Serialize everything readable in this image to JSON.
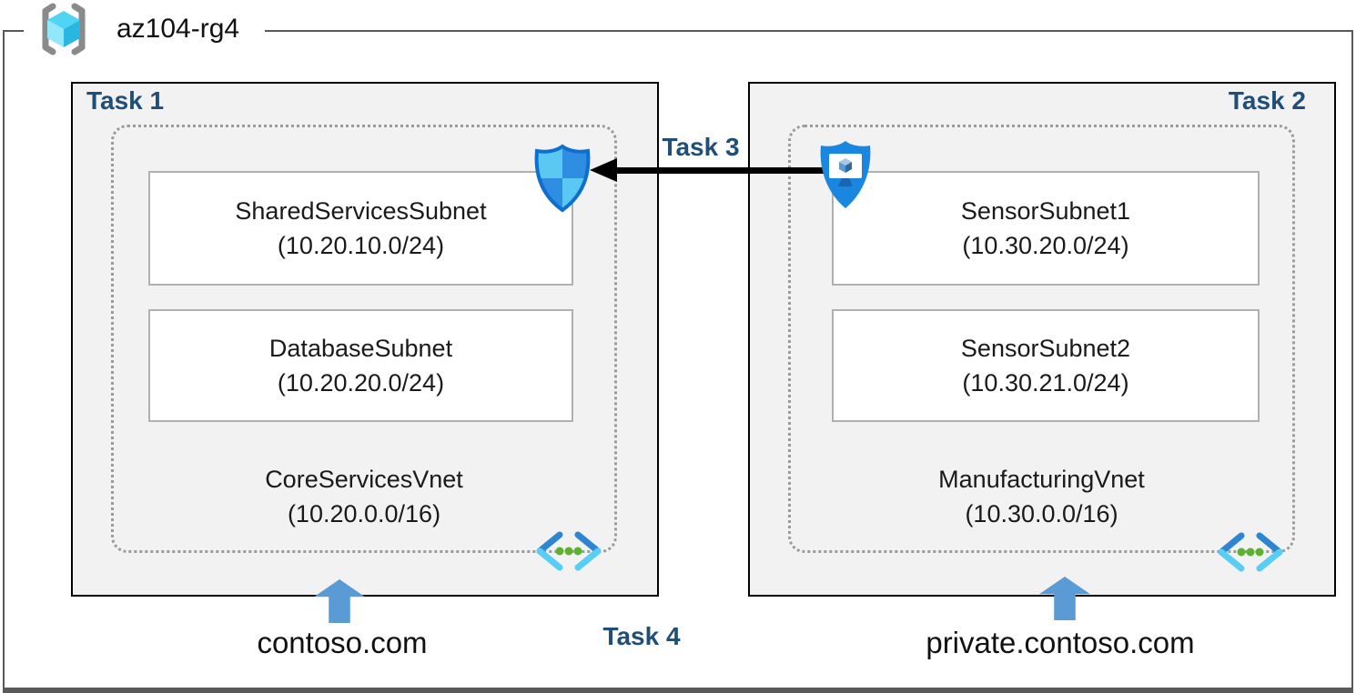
{
  "resource_group": {
    "name": "az104-rg4"
  },
  "left": {
    "task_label": "Task 1",
    "subnets": [
      {
        "name": "SharedServicesSubnet",
        "cidr": "(10.20.10.0/24)"
      },
      {
        "name": "DatabaseSubnet",
        "cidr": "(10.20.20.0/24)"
      }
    ],
    "vnet_name": "CoreServicesVnet",
    "vnet_cidr": "(10.20.0.0/16)",
    "dns_label": "contoso.com"
  },
  "right": {
    "task_label": "Task 2",
    "subnets": [
      {
        "name": "SensorSubnet1",
        "cidr": "(10.30.20.0/24)"
      },
      {
        "name": "SensorSubnet2",
        "cidr": "(10.30.21.0/24)"
      }
    ],
    "vnet_name": "ManufacturingVnet",
    "vnet_cidr": "(10.30.0.0/16)",
    "dns_label": "private.contoso.com"
  },
  "connections": {
    "task3_label": "Task 3",
    "task4_label": "Task 4"
  },
  "icons": {
    "resource_group": "resource-group-icon",
    "nsg": "network-security-group-icon",
    "bastion": "bastion-icon",
    "vnet": "virtual-network-icon",
    "dns_arrow": "up-arrow-icon"
  },
  "colors": {
    "task_label": "#1F4E79",
    "box_fill": "#F2F2F2",
    "box_border": "#000000",
    "rg_border": "#595959",
    "dns_arrow_blue": "#5B9BD5",
    "vnet_icon_blue": "#2E86D1",
    "vnet_icon_cyan": "#59CEF5",
    "vnet_icon_green": "#5CB22E",
    "shield_blue": "#1987DF"
  }
}
